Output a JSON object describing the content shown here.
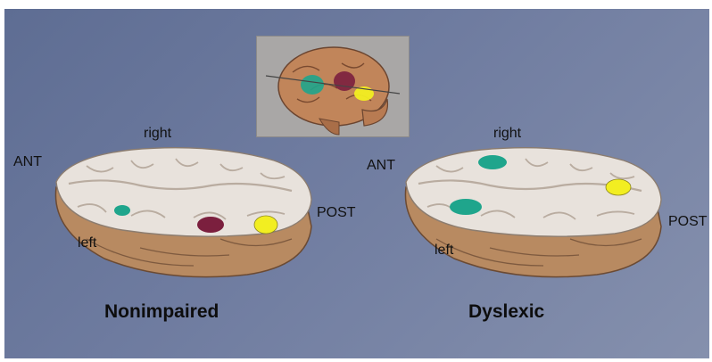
{
  "inset": {
    "name": "lateral-brain-view"
  },
  "panels": [
    {
      "title": "Nonimpaired",
      "labels": {
        "right": "right",
        "ant": "ANT",
        "post": "POST",
        "left": "left"
      },
      "regions": [
        {
          "name": "left-frontal",
          "color": "#1fa58c"
        },
        {
          "name": "left-parieto-temporal",
          "color": "#7b1f3e"
        },
        {
          "name": "left-occipito-temporal",
          "color": "#f2ee21"
        }
      ]
    },
    {
      "title": "Dyslexic",
      "labels": {
        "right": "right",
        "ant": "ANT",
        "post": "POST",
        "left": "left"
      },
      "regions": [
        {
          "name": "right-frontal",
          "color": "#1fa58c"
        },
        {
          "name": "left-frontal",
          "color": "#1fa58c"
        },
        {
          "name": "right-occipital",
          "color": "#f2ee21"
        }
      ]
    }
  ]
}
